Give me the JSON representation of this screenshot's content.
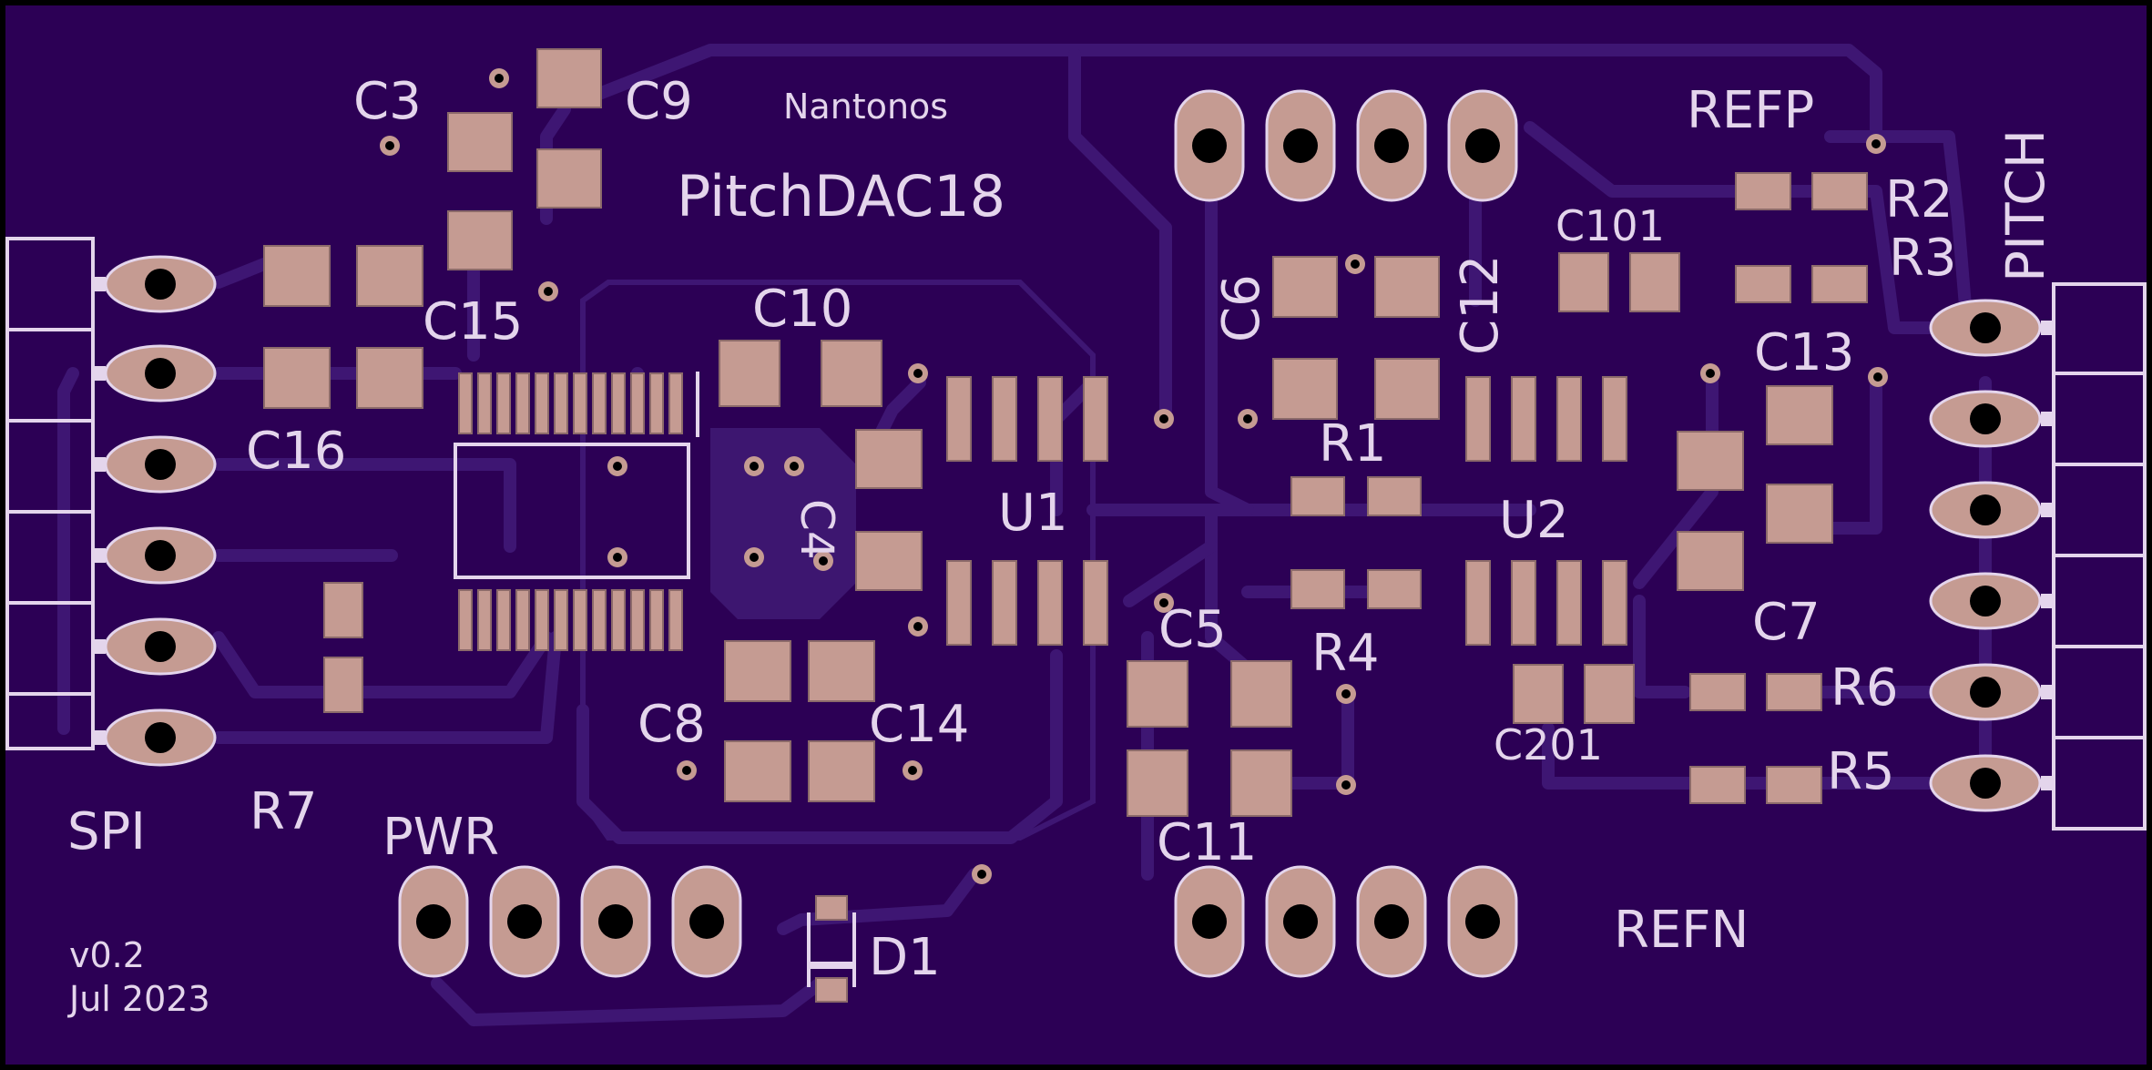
{
  "board": {
    "project": "PitchDAC18",
    "author": "Nantonos",
    "version": "v0.2",
    "date": "Jul 2023",
    "colors": {
      "substrate": "#2c0055",
      "copper_trace": "#3e1673",
      "copper_pour": "#391468",
      "pad": "#c59b92",
      "silkscreen": "#e4d5ec",
      "drill": "#000000",
      "edge": "#000000"
    }
  },
  "connectors": {
    "spi": "SPI",
    "pitch": "PITCH",
    "pwr": "PWR",
    "refp": "REFP",
    "refn": "REFN"
  },
  "designators": {
    "U1": "U1",
    "U2": "U2",
    "C3": "C3",
    "C4": "C4",
    "C5": "C5",
    "C6": "C6",
    "C7": "C7",
    "C8": "C8",
    "C9": "C9",
    "C10": "C10",
    "C11": "C11",
    "C12": "C12",
    "C13": "C13",
    "C14": "C14",
    "C15": "C15",
    "C16": "C16",
    "C101": "C101",
    "C201": "C201",
    "R1": "R1",
    "R2": "R2",
    "R3": "R3",
    "R4": "R4",
    "R5": "R5",
    "R6": "R6",
    "R7": "R7",
    "D1": "D1"
  }
}
